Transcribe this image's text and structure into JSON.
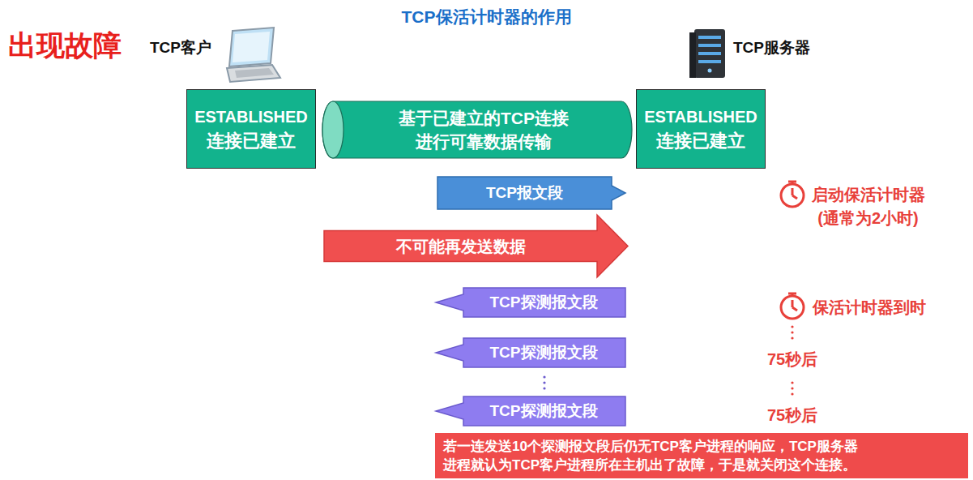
{
  "diagram": {
    "title": "TCP保活计时器的作用",
    "nodes": [
      {
        "text": [
          "ESTABLISHED",
          "连接已建立"
        ]
      },
      {
        "text": [
          "基于已建立的TCP连接 进行可靠数据传输"
        ]
      },
      {
        "text": [
          "ESTABLISHED",
          "连接已建立"
        ]
      },
      {
        "text": [
          "TCP报文段"
        ]
      },
      {
        "text": [
          "不可能再发送数据"
        ]
      },
      {
        "text": [
          "TCP探测报文段"
        ]
      },
      {
        "text": [
          "TCP探测报文段"
        ]
      },
      {
        "text": [
          "TCP探测报文段"
        ]
      },
      {
        "text": [
          "若一连发送10个探测报文段后仍无TCP客户进程的响应，TCP服务器 进程就认为TCP客户进程所在主机出了故障，于是就关闭这个连接。"
        ]
      }
    ],
    "labels": [
      "出现故障",
      "TCP客户",
      "TCP服务器",
      "启动保活计时器 (通常为2小时)",
      "保活计时器到时",
      "75秒后",
      "75秒后"
    ]
  }
}
